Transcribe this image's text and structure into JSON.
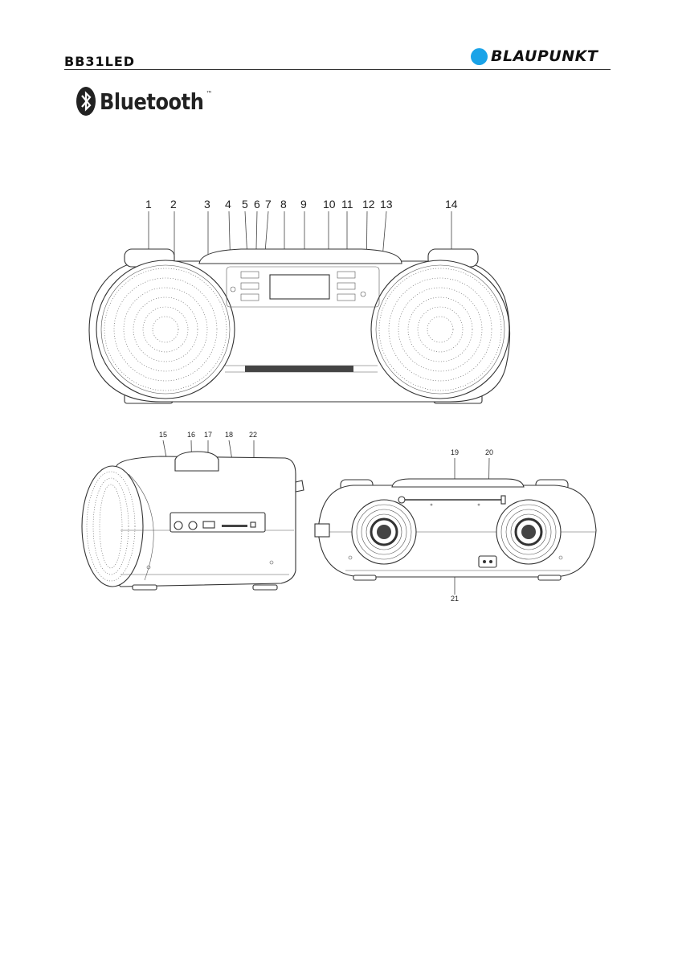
{
  "header": {
    "model": "BB31LED",
    "brand": "BLAUPUNKT"
  },
  "logo": {
    "word": "Bluetooth",
    "tm": "™"
  },
  "front_view": {
    "callouts": [
      "1",
      "2",
      "3",
      "4",
      "5",
      "6",
      "7",
      "8",
      "9",
      "10",
      "11",
      "12",
      "13",
      "14"
    ]
  },
  "side_view": {
    "callouts": [
      "15",
      "16",
      "17",
      "18",
      "22"
    ]
  },
  "rear_view": {
    "callouts": [
      "19",
      "20",
      "21"
    ]
  },
  "colors": {
    "brand_dot": "#1aa3e8",
    "line_art": "#333333"
  }
}
